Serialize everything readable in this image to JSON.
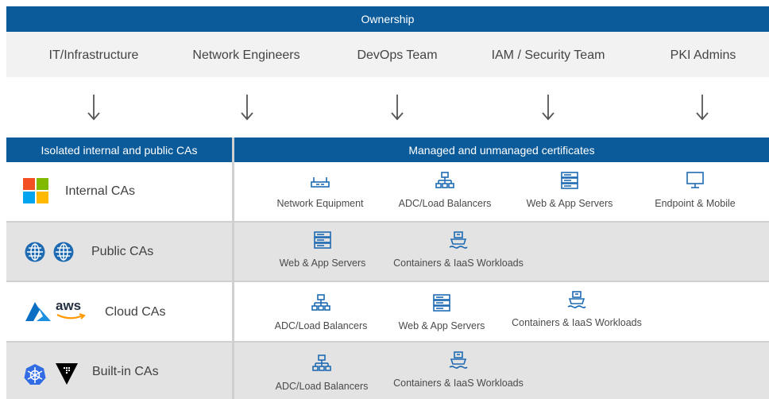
{
  "ownership": {
    "title": "Ownership",
    "teams": [
      "IT/Infrastructure",
      "Network Engineers",
      "DevOps Team",
      "IAM / Security Team",
      "PKI Admins"
    ]
  },
  "headers": {
    "left": "Isolated internal and public CAs",
    "right": "Managed and unmanaged certificates"
  },
  "rows": [
    {
      "label": "Internal CAs",
      "icons": [
        "microsoft-logo"
      ],
      "items": [
        "Network Equipment",
        "ADC/Load Balancers",
        "Web & App Servers",
        "Endpoint & Mobile"
      ]
    },
    {
      "label": "Public CAs",
      "icons": [
        "globe-icon",
        "globe-icon"
      ],
      "items": [
        "Web & App Servers",
        "Containers & IaaS Workloads"
      ]
    },
    {
      "label": "Cloud CAs",
      "icons": [
        "azure-logo",
        "aws-logo"
      ],
      "aws_text": "aws",
      "items": [
        "ADC/Load Balancers",
        "Web & App Servers",
        "Containers & IaaS Workloads"
      ]
    },
    {
      "label": "Built-in CAs",
      "icons": [
        "kubernetes-logo",
        "vault-logo"
      ],
      "items": [
        "ADC/Load Balancers",
        "Containers & IaaS Workloads"
      ]
    }
  ],
  "colors": {
    "header_blue": "#0b5b9b",
    "icon_blue": "#1f6bb3",
    "row_gray": "#e3e3e3",
    "owner_gray": "#f2f2f2"
  }
}
